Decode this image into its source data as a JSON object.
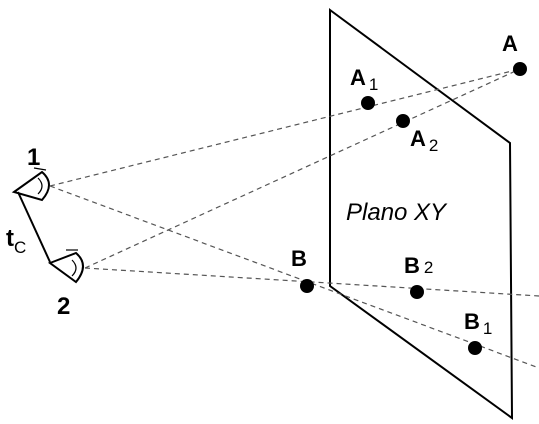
{
  "plane": {
    "label": "Plano XY"
  },
  "viewpoints": [
    {
      "id": "1",
      "label": "1"
    },
    {
      "id": "2",
      "label": "2"
    }
  ],
  "baseline": {
    "label_main": "t",
    "label_sub": "C"
  },
  "points": {
    "A": {
      "main": "A",
      "sub": ""
    },
    "A1": {
      "main": "A",
      "sub": "1"
    },
    "A2": {
      "main": "A",
      "sub": "2"
    },
    "B": {
      "main": "B",
      "sub": ""
    },
    "B1": {
      "main": "B",
      "sub": "1"
    },
    "B2": {
      "main": "B",
      "sub": "2"
    }
  }
}
